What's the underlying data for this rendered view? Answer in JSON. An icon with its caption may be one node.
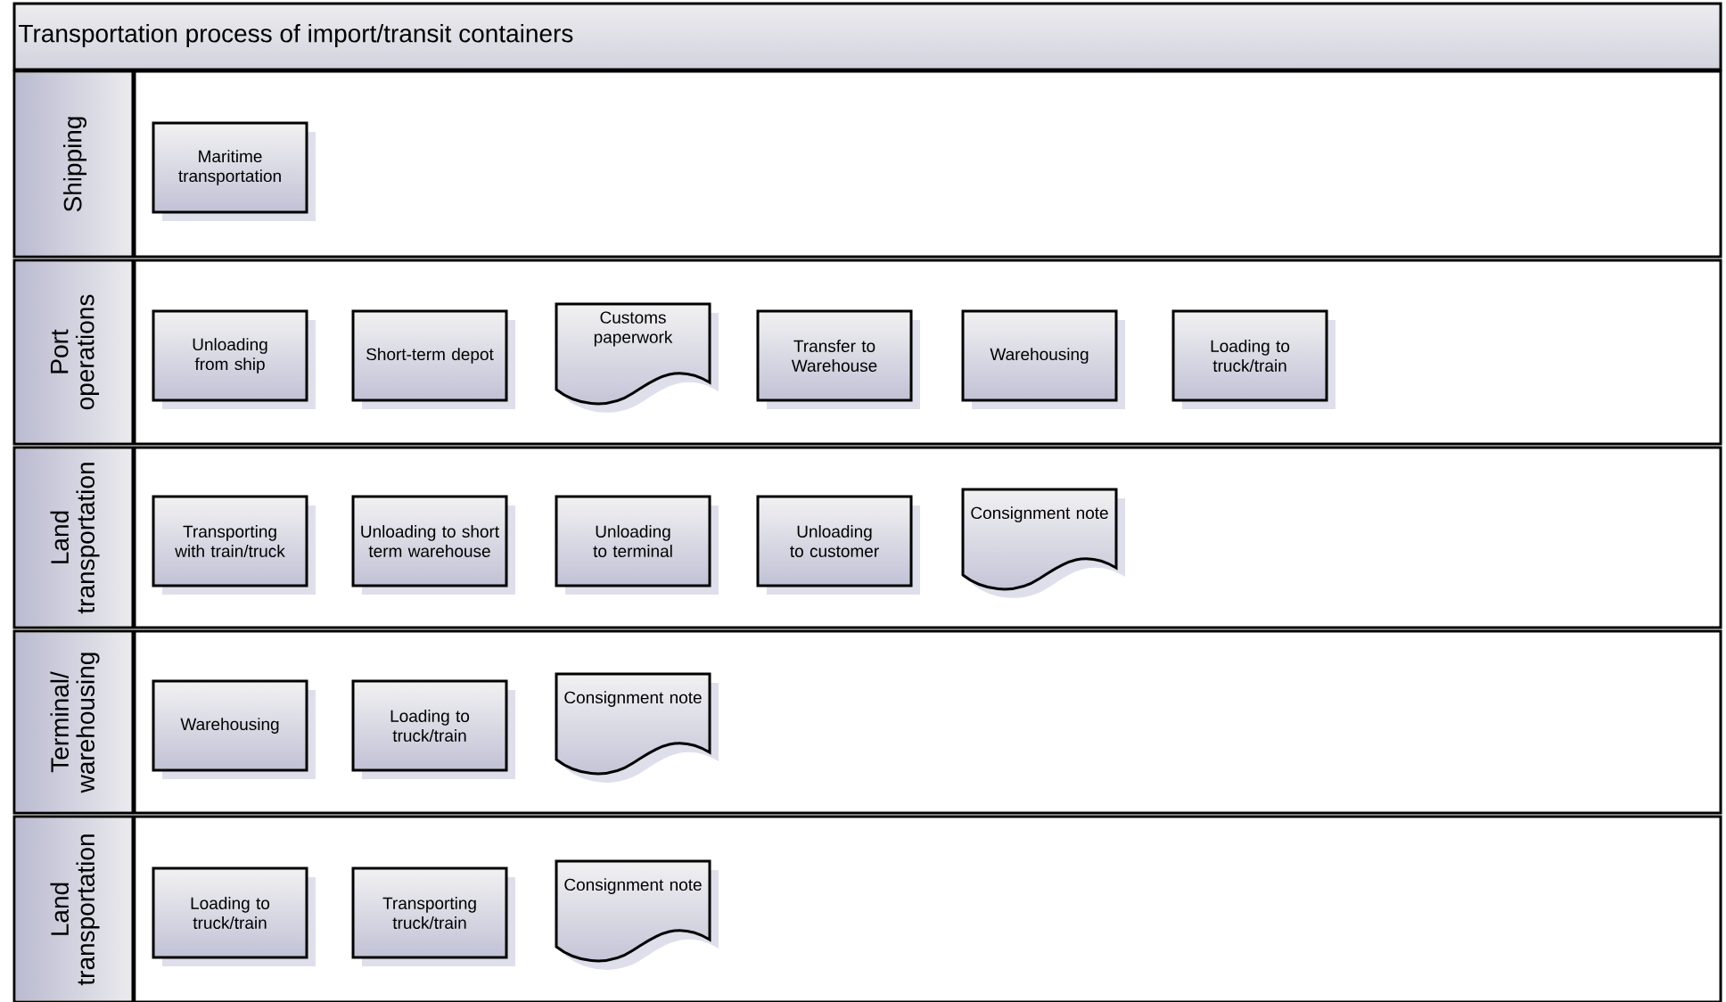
{
  "diagram": {
    "title": "Transportation process of import/transit containers",
    "nodes": [
      {
        "text": [
          "Shipping"
        ]
      },
      {
        "text": [
          "Maritime transportation"
        ],
        "in": 0
      },
      {
        "text": [
          "Port operations"
        ]
      },
      {
        "text": [
          "Unloading from ship"
        ],
        "in": 2
      },
      {
        "text": [
          "Short-term depot"
        ],
        "in": 2
      },
      {
        "text": [
          "Customs paperwork"
        ],
        "in": 2
      },
      {
        "text": [
          "Transfer to Warehouse"
        ],
        "in": 2
      },
      {
        "text": [
          "Warehousing"
        ],
        "in": 2
      },
      {
        "text": [
          "Loading to truck/train"
        ],
        "in": 2
      },
      {
        "text": [
          "Land transportation"
        ]
      },
      {
        "text": [
          "Transporting with train/truck"
        ],
        "in": 9
      },
      {
        "text": [
          "Unloading to short term warehouse"
        ],
        "in": 9
      },
      {
        "text": [
          "Unloading to terminal"
        ],
        "in": 9
      },
      {
        "text": [
          "Unloading to customer"
        ],
        "in": 9
      },
      {
        "text": [
          "Consignment note"
        ],
        "in": 9
      },
      {
        "text": [
          "Terminal/ warehousing"
        ]
      },
      {
        "text": [
          "Warehousing"
        ],
        "in": 15
      },
      {
        "text": [
          "Loading to truck/train"
        ],
        "in": 15
      },
      {
        "text": [
          "Consignment note"
        ],
        "in": 15
      },
      {
        "text": [
          "Land transportation"
        ]
      },
      {
        "text": [
          "Loading to truck/train"
        ],
        "in": 19
      },
      {
        "text": [
          "Transporting truck/train"
        ],
        "in": 19
      },
      {
        "text": [
          "Consignment note"
        ],
        "in": 19
      }
    ]
  }
}
